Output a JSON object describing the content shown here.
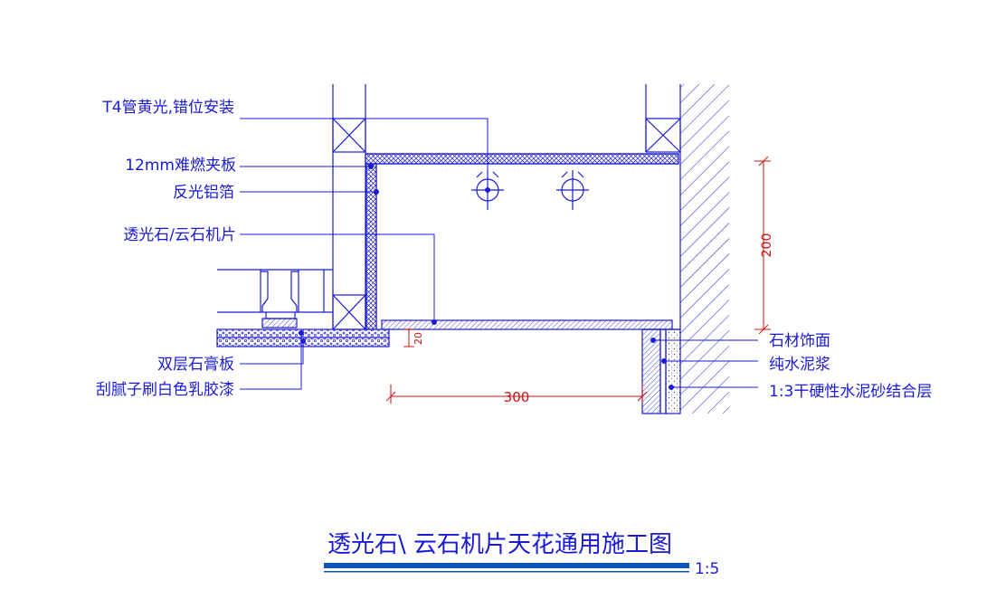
{
  "labels_left": {
    "t4": "T4管黄光,错位安装",
    "board": "12mm难燃夹板",
    "foil": "反光铝箔",
    "stone": "透光石/云石机片",
    "gypsum": "双层石膏板",
    "paint": "刮腻子刷白色乳胶漆"
  },
  "labels_right": {
    "facing": "石材饰面",
    "slurry": "纯水泥浆",
    "mortar": "1:3干硬性水泥砂结合层"
  },
  "dimensions": {
    "height": "200",
    "gap": "20",
    "width": "300"
  },
  "title": {
    "main": "透光石\\ 云石机片天花通用施工图",
    "scale": "1:5"
  },
  "colors": {
    "line": "#1a1ad6",
    "dim": "#cc1111",
    "title_bar": "#0a57b8"
  }
}
